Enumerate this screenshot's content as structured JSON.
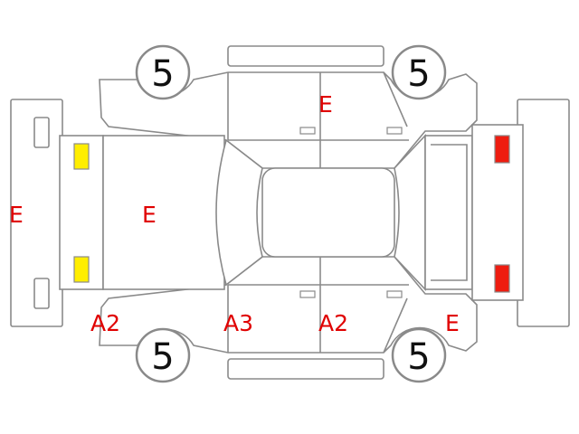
{
  "wheels": {
    "front_left": "5",
    "rear_left": "5",
    "front_right": "5",
    "rear_right": "5"
  },
  "codes": {
    "rear_bumper": "E",
    "hood": "E",
    "roof_door_top": "E",
    "left_rear_panel": "A2",
    "left_center_pillar": "A3",
    "left_front_door": "A2",
    "left_front_fender": "E"
  },
  "colors": {
    "outline": "#8a8a8a",
    "code_text": "#e00000",
    "front_lamp": "#ffee00",
    "rear_lamp": "#ee1c10"
  },
  "icons": {
    "front_lamps": "yellow-lamp-icon",
    "rear_lamps": "red-lamp-icon",
    "wheels": "wheel-icon"
  }
}
